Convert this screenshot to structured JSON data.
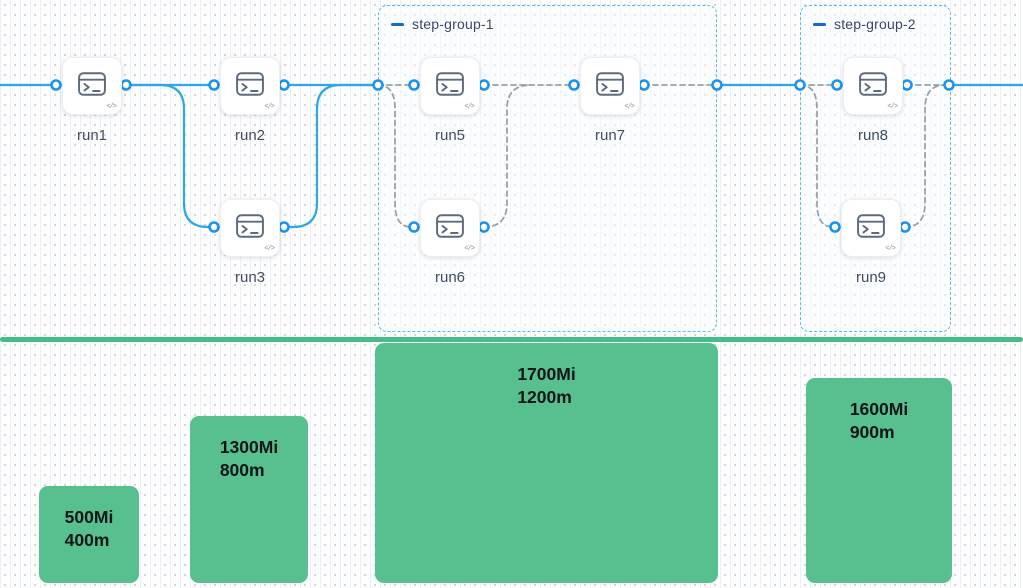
{
  "diagram": {
    "groups": [
      {
        "label": "step-group-1"
      },
      {
        "label": "step-group-2"
      }
    ],
    "nodes": [
      {
        "id": "run1",
        "label": "run1"
      },
      {
        "id": "run2",
        "label": "run2"
      },
      {
        "id": "run3",
        "label": "run3"
      },
      {
        "id": "run5",
        "label": "run5"
      },
      {
        "id": "run6",
        "label": "run6"
      },
      {
        "id": "run7",
        "label": "run7"
      },
      {
        "id": "run8",
        "label": "run8"
      },
      {
        "id": "run9",
        "label": "run9"
      }
    ],
    "node_badge": "</>",
    "connections": [
      "start - run1",
      "run1 - run2",
      "run1 - run3",
      "run2 - step-group-1",
      "run3 - step-group-1",
      "step-group-1-in - run5",
      "step-group-1-in - run6",
      "run5 - run7",
      "run6 - run7",
      "run7 - step-group-1-out",
      "step-group-1 - step-group-2",
      "step-group-2-in - run8",
      "step-group-2-in - run9",
      "run8 - step-group-2-out",
      "run9 - step-group-2-out",
      "step-group-2 - end"
    ]
  },
  "resource_bars": [
    {
      "memory": "500Mi",
      "cpu": "400m"
    },
    {
      "memory": "1300Mi",
      "cpu": "800m"
    },
    {
      "memory": "1700Mi",
      "cpu": "1200m"
    },
    {
      "memory": "1600Mi",
      "cpu": "900m"
    }
  ],
  "colors": {
    "edge_solid": "#2da7e6",
    "edge_dashed": "#9aa1ac",
    "port_ring": "#1a94ee",
    "group_border": "#5fb6f2",
    "group_collapse_dash": "#1568d3",
    "bar_green": "#57c08e",
    "separator_green": "#45bd8b"
  }
}
